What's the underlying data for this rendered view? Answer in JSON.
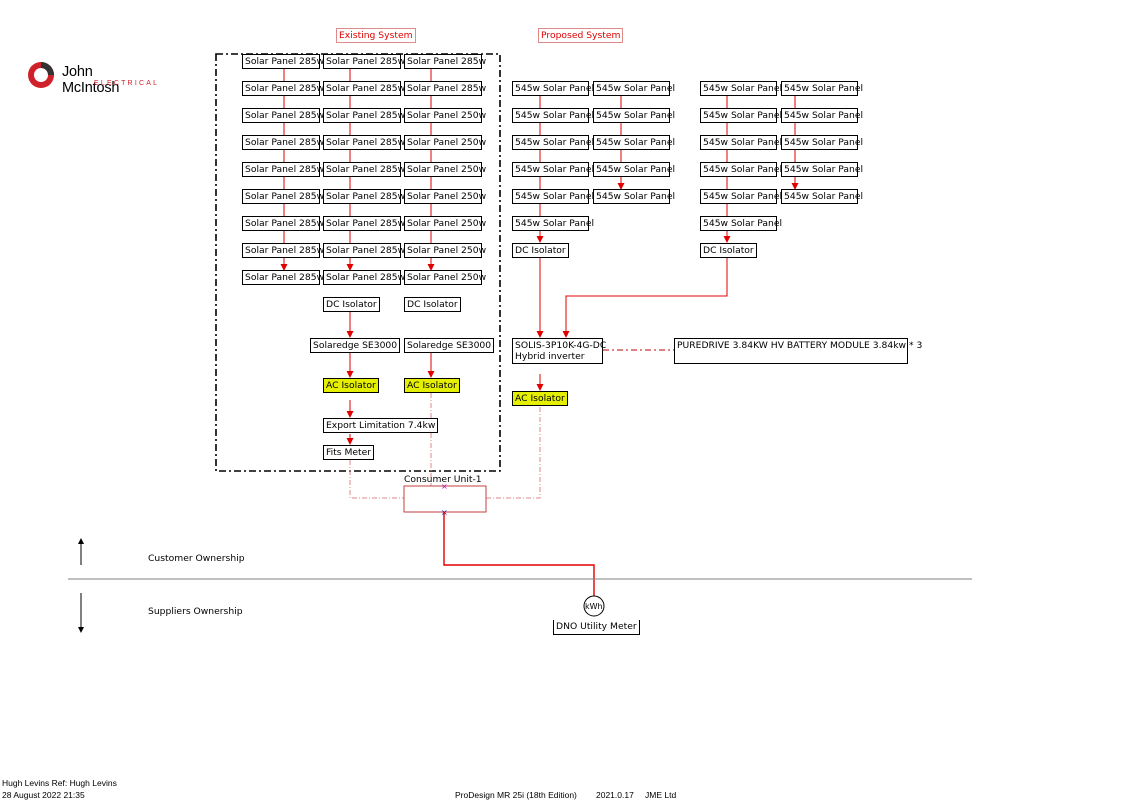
{
  "company": {
    "name": "John McIntosh",
    "sub": "ELECTRICAL"
  },
  "headers": {
    "existing": "Existing System",
    "proposed": "Proposed System"
  },
  "existing": {
    "col1": [
      "Solar Panel 285w",
      "Solar Panel 285w",
      "Solar Panel 285w",
      "Solar Panel 285w",
      "Solar Panel 285w",
      "Solar Panel 285w",
      "Solar Panel 285w",
      "Solar Panel 285w",
      "Solar Panel 285w"
    ],
    "col2": [
      "Solar Panel 285w",
      "Solar Panel 285w",
      "Solar Panel 285w",
      "Solar Panel 285w",
      "Solar Panel 285w",
      "Solar Panel 285w",
      "Solar Panel 285w",
      "Solar Panel 285w",
      "Solar Panel 285w"
    ],
    "col3": [
      "Solar Panel 285w",
      "Solar Panel 285w",
      "Solar Panel 250w",
      "Solar Panel 250w",
      "Solar Panel 250w",
      "Solar Panel 250w",
      "Solar Panel 250w",
      "Solar Panel 250w",
      "Solar Panel 250w"
    ],
    "dc_isolator_1": "DC Isolator",
    "dc_isolator_2": "DC Isolator",
    "inverter_1": "Solaredge SE3000",
    "inverter_2": "Solaredge SE3000",
    "ac_isolator_1": "AC Isolator",
    "ac_isolator_2": "AC Isolator",
    "export_limitation": "Export Limitation 7.4kw",
    "fits_meter": "Fits Meter"
  },
  "proposed": {
    "group1_col1": [
      "545w Solar Panel",
      "545w Solar Panel",
      "545w Solar Panel",
      "545w Solar Panel",
      "545w Solar Panel",
      "545w Solar Panel"
    ],
    "group1_col2": [
      "545w Solar Panel",
      "545w Solar Panel",
      "545w Solar Panel",
      "545w Solar Panel",
      "545w Solar Panel"
    ],
    "group2_col1": [
      "545w Solar Panel",
      "545w Solar Panel",
      "545w Solar Panel",
      "545w Solar Panel",
      "545w Solar Panel",
      "545w Solar Panel"
    ],
    "group2_col2": [
      "545w Solar Panel",
      "545w Solar Panel",
      "545w Solar Panel",
      "545w Solar Panel",
      "545w Solar Panel"
    ],
    "dc_isolator_1": "DC Isolator",
    "dc_isolator_2": "DC Isolator",
    "inverter_line1": "SOLIS-3P10K-4G-DC",
    "inverter_line2": "Hybrid inverter",
    "battery": "PUREDRIVE 3.84KW HV BATTERY MODULE 3.84kw * 3",
    "ac_isolator": "AC Isolator"
  },
  "consumer_unit": "Consumer Unit-1",
  "ownership": {
    "customer": "Customer Ownership",
    "suppliers": "Suppliers Ownership"
  },
  "meter": {
    "symbol": "kWh",
    "label": "DNO Utility Meter"
  },
  "footer": {
    "author": "Hugh Levins   Ref: Hugh Levins",
    "date": "28 August 2022 21:35",
    "software": "ProDesign MR 25i (18th Edition)",
    "version": "2021.0.17",
    "company": "JME Ltd"
  },
  "colors": {
    "wire": "#e00000",
    "ac_isolator": "#e5f000",
    "consumer_unit": "#c04040"
  }
}
